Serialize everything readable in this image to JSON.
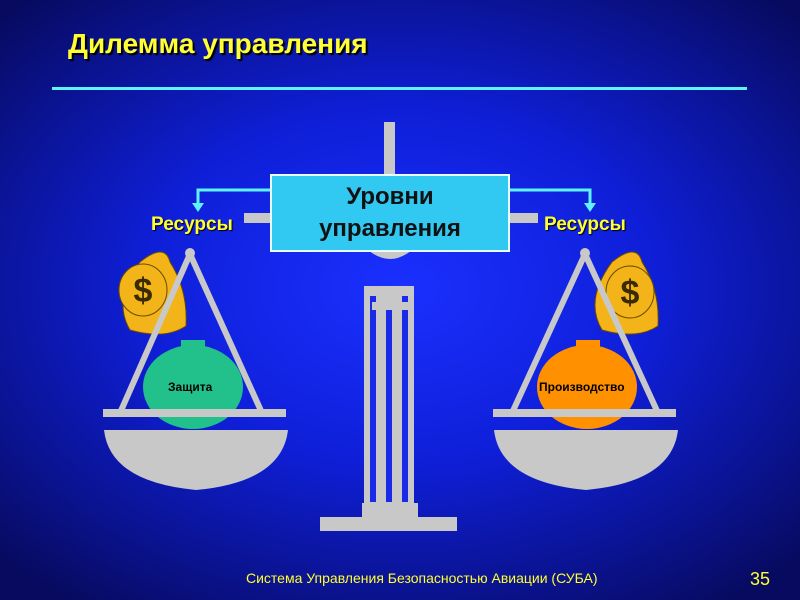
{
  "slide": {
    "title": "Дилемма управления",
    "center_box": {
      "line1": "Уровни",
      "line2": "управления"
    },
    "left": {
      "resources_label": "Ресурсы",
      "bag_label": "Защита"
    },
    "right": {
      "resources_label": "Ресурсы",
      "bag_label": "Производство"
    },
    "footer": "Система Управления Безопасностью Авиации (СУБА)",
    "page_number": "35",
    "icons": [
      "money-bag-icon",
      "money-bag-icon"
    ]
  },
  "colors": {
    "background": "#0f1fd8",
    "title": "#ffff33",
    "rule": "#5ff2ff",
    "center_box": "#31c8f2",
    "scale": "#c8c8c8",
    "left_bag": "#22c08a",
    "right_bag": "#ff9000",
    "money_bag": "#f2b418"
  }
}
